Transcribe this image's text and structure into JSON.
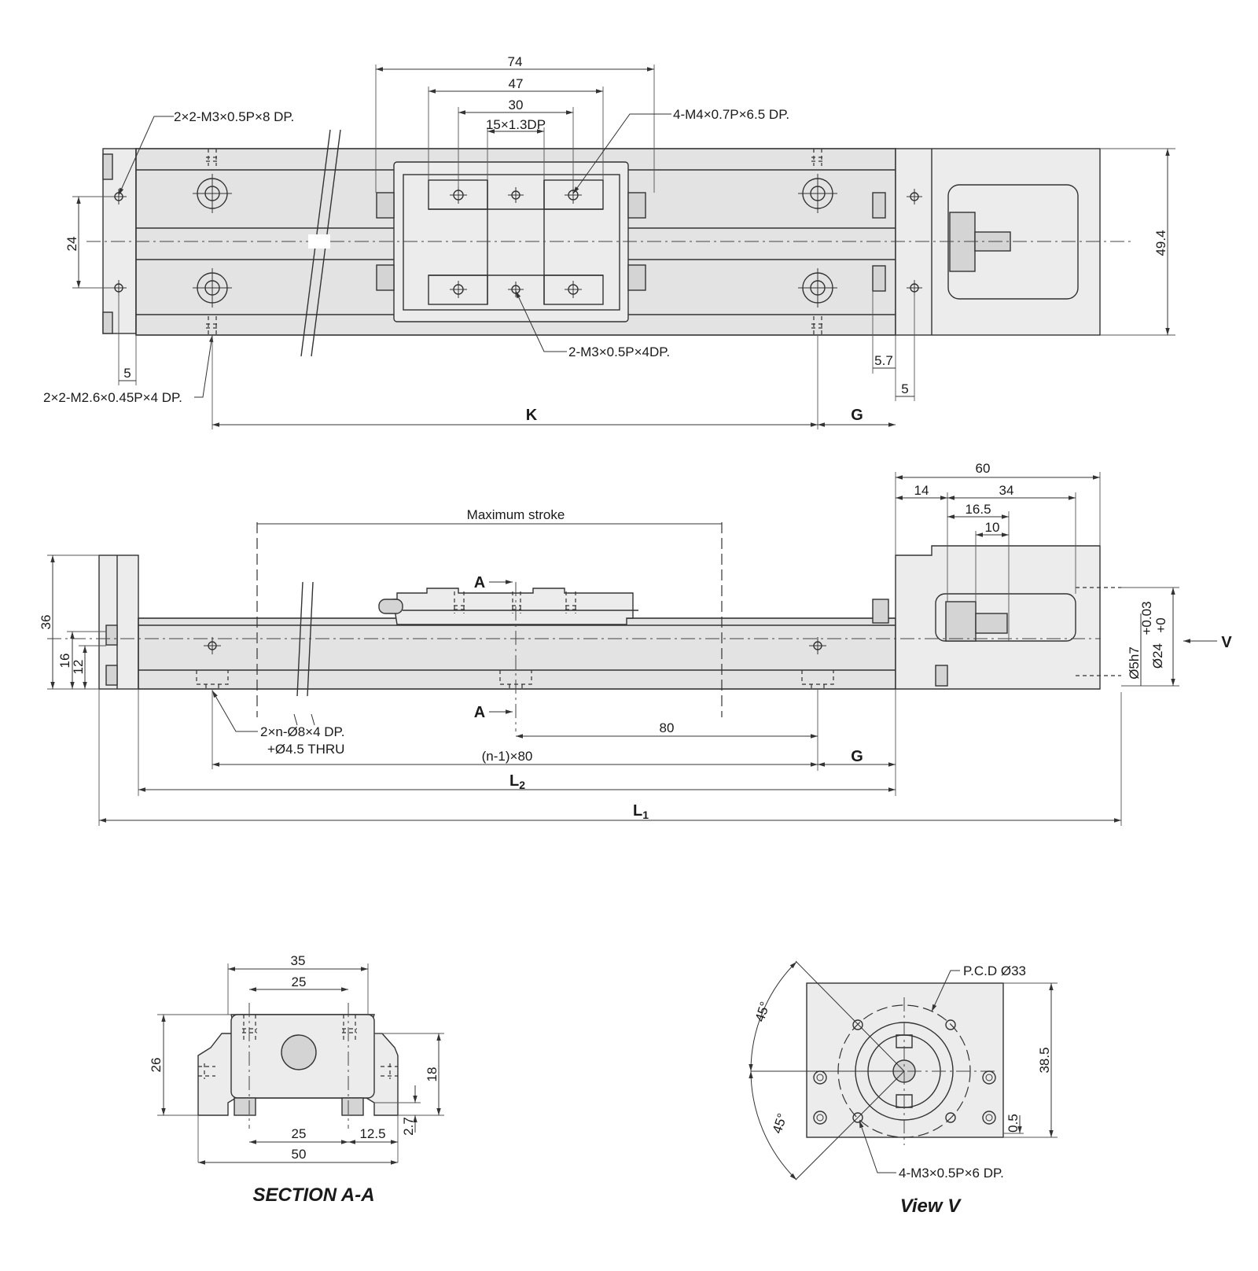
{
  "top_view": {
    "dim_74": "74",
    "dim_47": "47",
    "dim_30": "30",
    "dim_15x13dp": "15×1.3DP",
    "note_2x2_m3": "2×2-M3×0.5P×8 DP.",
    "note_4_m4": "4-M4×0.7P×6.5 DP.",
    "note_2_m3_4dp": "2-M3×0.5P×4DP.",
    "note_2x2_m26": "2×2-M2.6×0.45P×4 DP.",
    "dim_24": "24",
    "dim_49_4": "49.4",
    "dim_5_left": "5",
    "dim_5_7": "5.7",
    "dim_5_right": "5",
    "dim_K": "K",
    "dim_G": "G"
  },
  "side_view": {
    "max_stroke": "Maximum stroke",
    "dim_60": "60",
    "dim_14": "14",
    "dim_34": "34",
    "dim_16_5": "16.5",
    "dim_10": "10",
    "section_mark": "A",
    "dim_36": "36",
    "dim_16": "16",
    "dim_12": "12",
    "dim_shaft": "Ø5h7",
    "dim_phi24": "Ø24",
    "tol_plus": "+0.03",
    "tol_zero": "+0",
    "view_mark": "V",
    "note_holes_1": "2×n-Ø8×4 DP.",
    "note_holes_2": "+Ø4.5 THRU",
    "dim_80": "80",
    "dim_n1x80": "(n-1)×80",
    "dim_G": "G",
    "dim_L2_main": "L",
    "dim_L2_sub": "2",
    "dim_L1_main": "L",
    "dim_L1_sub": "1"
  },
  "section_aa": {
    "dim_35": "35",
    "dim_25_top": "25",
    "dim_26": "26",
    "dim_18": "18",
    "dim_2_7": "2.7",
    "dim_25_bottom": "25",
    "dim_12_5": "12.5",
    "dim_50": "50",
    "title": "SECTION A-A"
  },
  "view_v": {
    "pcd": "P.C.D Ø33",
    "angle_top": "45°",
    "angle_bottom": "45°",
    "dim_38_5": "38.5",
    "dim_0_5": "0.5",
    "note_holes": "4-M3×0.5P×6 DP.",
    "title": "View V"
  }
}
